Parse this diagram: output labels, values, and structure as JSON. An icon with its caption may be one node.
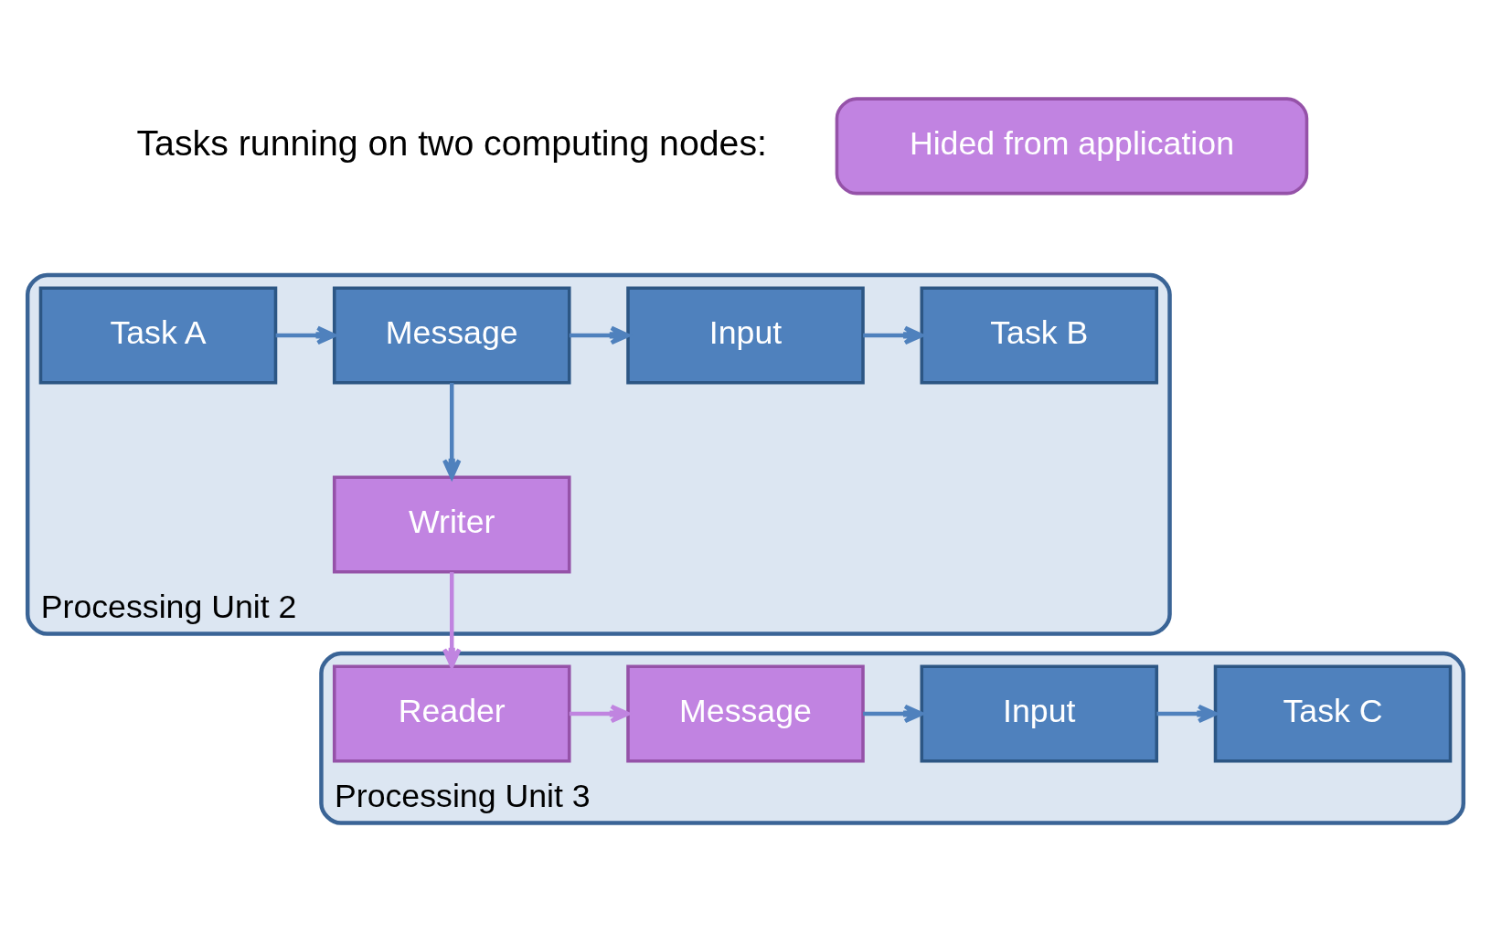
{
  "diagram": {
    "nodes": [
      {
        "text": [
          "Hided from application"
        ]
      },
      {
        "text": [
          "Processing Unit 2"
        ]
      },
      {
        "text": [
          "Task A"
        ],
        "in": 1
      },
      {
        "text": [
          "Message"
        ],
        "in": 1
      },
      {
        "text": [
          "Input"
        ],
        "in": 1
      },
      {
        "text": [
          "Task B"
        ],
        "in": 1
      },
      {
        "text": [
          "Writer"
        ],
        "in": 1
      },
      {
        "text": [
          "Processing Unit 3"
        ]
      },
      {
        "text": [
          "Reader"
        ],
        "in": 7
      },
      {
        "text": [
          "Message"
        ],
        "in": 7
      },
      {
        "text": [
          "Input"
        ],
        "in": 7
      },
      {
        "text": [
          "Task C"
        ],
        "in": 7
      }
    ],
    "edges": [
      {
        "from": 2,
        "to": 3,
        "arrow": "to"
      },
      {
        "from": 3,
        "to": 4,
        "arrow": "to"
      },
      {
        "from": 4,
        "to": 5,
        "arrow": "to"
      },
      {
        "from": 3,
        "to": 6,
        "arrow": "to"
      },
      {
        "from": 6,
        "to": 8,
        "arrow": "to",
        "color": "#c084e0"
      },
      {
        "from": 8,
        "to": 9,
        "arrow": "to",
        "color": "#c084e0"
      },
      {
        "from": 9,
        "to": 10,
        "arrow": "to"
      },
      {
        "from": 10,
        "to": 11,
        "arrow": "to"
      }
    ],
    "labels": [
      "Tasks running on two computing nodes:"
    ]
  }
}
